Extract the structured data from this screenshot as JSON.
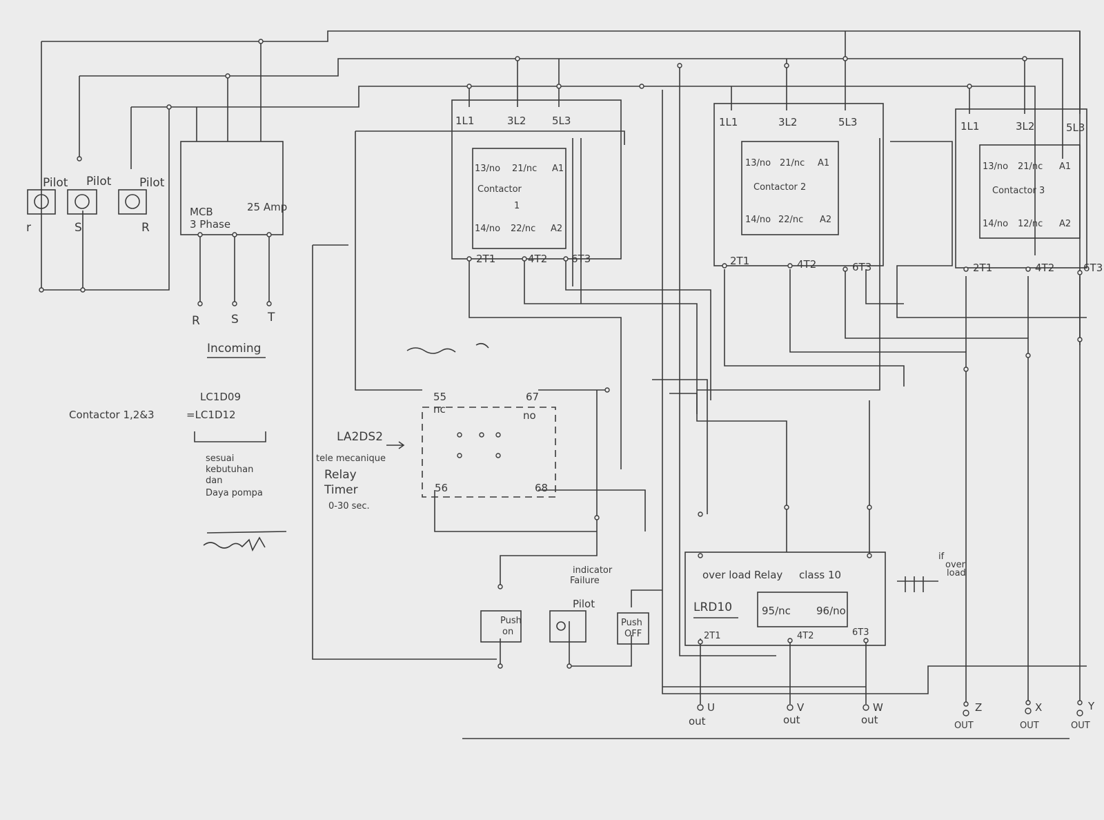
{
  "pilots": [
    {
      "label": "Pilot",
      "phase": "r"
    },
    {
      "label": "Pilot",
      "phase": "S"
    },
    {
      "label": "Pilot",
      "phase": "R"
    }
  ],
  "mcb": {
    "line1": "MCB",
    "line2": "3 Phase",
    "rating": "25 Amp"
  },
  "incoming": {
    "phases": [
      "R",
      "S",
      "T"
    ],
    "label": "Incoming"
  },
  "contactor_spec": {
    "prefix": "Contactor 1,2&3",
    "model_a": "LC1D09",
    "model_b": "=LC1D12",
    "note": [
      "sesuai",
      "kebutuhan",
      "dan",
      "Daya pompa"
    ]
  },
  "contactors": [
    {
      "title": "Contactor",
      "num": "1",
      "top": [
        "1L1",
        "3L2",
        "5L3"
      ],
      "aux_top": [
        "13/no",
        "21/nc",
        "A1"
      ],
      "aux_bot": [
        "14/no",
        "22/nc",
        "A2"
      ],
      "bottom": [
        "2T1",
        "4T2",
        "6T3"
      ]
    },
    {
      "title": "Contactor 2",
      "num": "",
      "top": [
        "1L1",
        "3L2",
        "5L3"
      ],
      "aux_top": [
        "13/no",
        "21/nc",
        "A1"
      ],
      "aux_bot": [
        "14/no",
        "22/nc",
        "A2"
      ],
      "bottom": [
        "2T1",
        "4T2",
        "6T3"
      ]
    },
    {
      "title": "Contactor 3",
      "num": "",
      "top": [
        "1L1",
        "3L2",
        "5L3"
      ],
      "aux_top": [
        "13/no",
        "21/nc",
        "A1"
      ],
      "aux_bot": [
        "14/no",
        "12/nc",
        "A2"
      ],
      "bottom": [
        "2T1",
        "4T2",
        "6T3"
      ]
    }
  ],
  "timer": {
    "t55": "55",
    "nc": "nc",
    "t67": "67",
    "no": "no",
    "t56": "56",
    "t68": "68",
    "model": "LA2DS2",
    "brand": "tele mecanique",
    "name1": "Relay",
    "name2": "Timer",
    "range": "0-30 sec."
  },
  "controls": {
    "indicator": "indicator",
    "failure": "Failure",
    "pilot": "Pilot",
    "push_on_1": "Push",
    "push_on_2": "on",
    "push_off_1": "Push",
    "push_off_2": "OFF"
  },
  "overload": {
    "title": "over load Relay",
    "class": "class 10",
    "model": "LRD10",
    "c95": "95/nc",
    "c96": "96/no",
    "t2": "2T1",
    "t4": "4T2",
    "t6": "6T3",
    "side_note_1": "if",
    "side_note_2": "over",
    "side_note_3": "load"
  },
  "outputs": [
    {
      "letter": "U",
      "label": "out"
    },
    {
      "letter": "V",
      "label": "out"
    },
    {
      "letter": "W",
      "label": "out"
    },
    {
      "letter": "Z",
      "label": "OUT"
    },
    {
      "letter": "X",
      "label": "OUT"
    },
    {
      "letter": "Y",
      "label": "OUT"
    }
  ]
}
